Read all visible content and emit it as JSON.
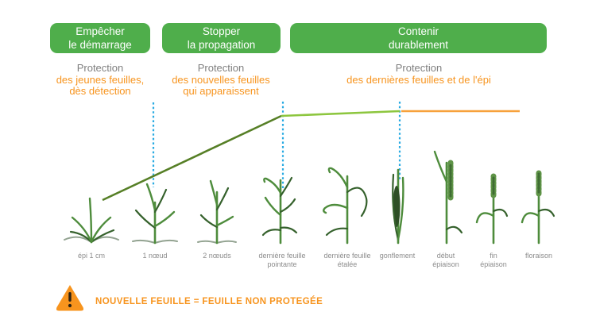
{
  "phases": [
    {
      "button_line1": "Empêcher",
      "button_line2": "le démarrage",
      "protection_title": "Protection",
      "protection_line1": "des jeunes feuilles,",
      "protection_line2": "dès détection"
    },
    {
      "button_line1": "Stopper",
      "button_line2": "la propagation",
      "protection_title": "Protection",
      "protection_line1": "des nouvelles feuilles",
      "protection_line2": "qui apparaissent"
    },
    {
      "button_line1": "Contenir",
      "button_line2": "durablement",
      "protection_title": "Protection",
      "protection_line1": "des dernières feuilles et de l'épi",
      "protection_line2": ""
    }
  ],
  "stages": [
    {
      "label_line1": "épi 1 cm",
      "label_line2": ""
    },
    {
      "label_line1": "1 nœud",
      "label_line2": ""
    },
    {
      "label_line1": "2 nœuds",
      "label_line2": ""
    },
    {
      "label_line1": "dernière feuille",
      "label_line2": "pointante"
    },
    {
      "label_line1": "dernière feuille",
      "label_line2": "étalée"
    },
    {
      "label_line1": "gonflement",
      "label_line2": ""
    },
    {
      "label_line1": "début",
      "label_line2": "épiaison"
    },
    {
      "label_line1": "fin",
      "label_line2": "épiaison"
    },
    {
      "label_line1": "floraison",
      "label_line2": ""
    }
  ],
  "warning": {
    "icon": "warning-triangle-icon",
    "text": "NOUVELLE FEUILLE = FEUILLE NON PROTEGÉE"
  },
  "timeline": {
    "phase1_line_color": "#567f26",
    "phase2_line_color": "#8dc63f",
    "phase3_line_color": "#f7a13c",
    "stage_marker_color": "#29abe2"
  },
  "colors": {
    "button_green": "#4fae4b",
    "protection_title_gray": "#7f7f7f",
    "accent_orange": "#f7941e",
    "stage_label_gray": "#8c8c8c"
  }
}
